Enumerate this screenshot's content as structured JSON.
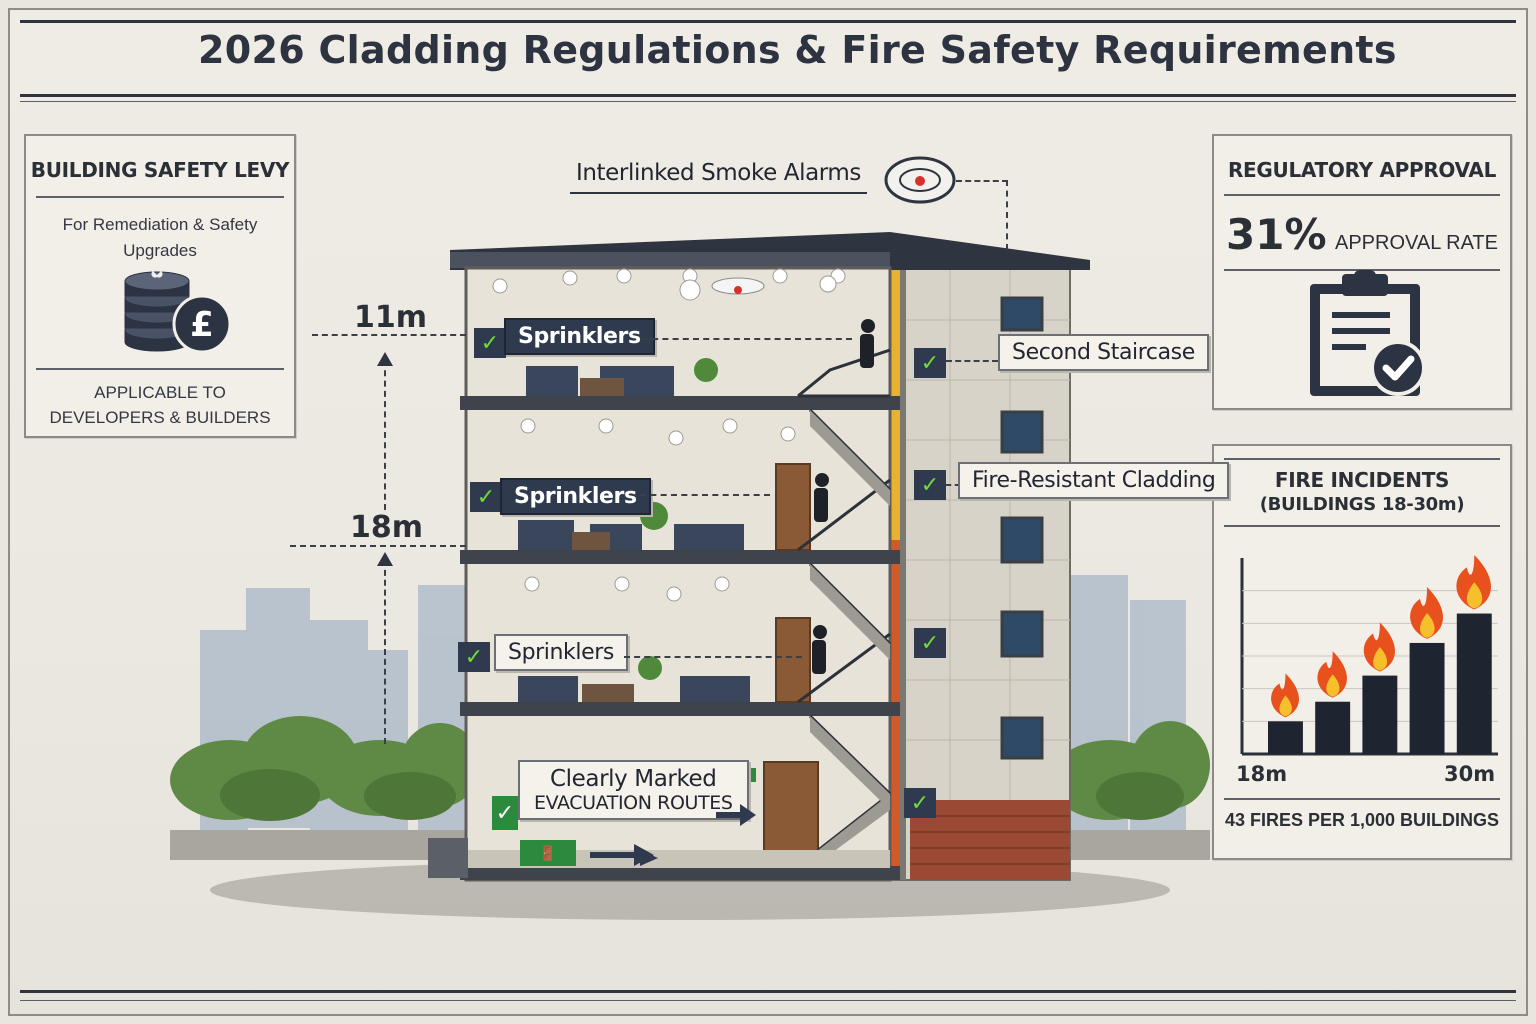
{
  "title": "2026 Cladding Regulations & Fire Safety Requirements",
  "left_panel": {
    "title": "BUILDING SAFETY LEVY",
    "subtitle": "For Remediation & Safety Upgrades",
    "icon": "coin-stack-pound-icon",
    "footer": "APPLICABLE TO DEVELOPERS & BUILDERS"
  },
  "smoke_alarms_label": "Interlinked Smoke Alarms",
  "heights": {
    "upper": "11m",
    "lower": "18m"
  },
  "sprinklers": [
    "Sprinklers",
    "Sprinklers",
    "Sprinklers"
  ],
  "second_staircase": "Second Staircase",
  "cladding": "Fire-Resistant Cladding",
  "evacuation": {
    "line1": "Clearly Marked",
    "line2": "EVACUATION ROUTES"
  },
  "approval_panel": {
    "title": "REGULATORY APPROVAL",
    "rate": "31%",
    "rate_label": "APPROVAL RATE",
    "icon": "clipboard-check-icon"
  },
  "fire_panel": {
    "title_line1": "FIRE INCIDENTS",
    "title_line2": "(BUILDINGS 18-30m)",
    "x_start": "18m",
    "x_end": "30m",
    "footer": "43 FIRES PER 1,000 BUILDINGS"
  },
  "chart_data": {
    "type": "bar",
    "categories": [
      "",
      "",
      "",
      "",
      ""
    ],
    "values": [
      1,
      1.6,
      2.4,
      3.4,
      4.3
    ],
    "xlabel": "",
    "ylabel": "",
    "ylim": [
      0,
      6
    ],
    "grid": true,
    "bar_color": "#1f2530",
    "flame_color": "#e8501e"
  },
  "colors": {
    "accent_dark": "#2f3a4e",
    "check_green": "#6fdc3a",
    "background": "#ebe8e1"
  }
}
